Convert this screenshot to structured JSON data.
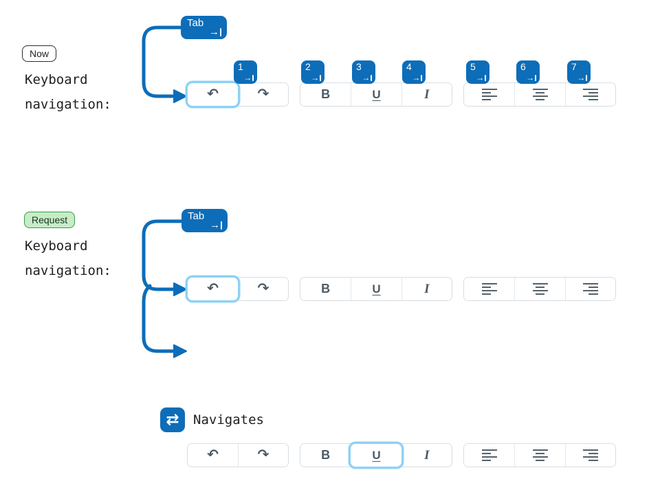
{
  "colors": {
    "accent_blue": "#0d6db8",
    "focus_ring_blue": "#8ed2f4",
    "icon_gray": "#4d5a64",
    "button_border_gray": "#d7dde3",
    "request_badge_bg": "#c8ebc8",
    "request_badge_border": "#2f9e44"
  },
  "icons": {
    "undo": "↶",
    "redo": "↷",
    "swap": "⇄",
    "tab_arrow": "→"
  },
  "tab_key_label": "Tab",
  "tab_stops": [
    "1",
    "2",
    "3",
    "4",
    "5",
    "6",
    "7"
  ],
  "toolbar": {
    "bold_label": "B",
    "underline_label": "U",
    "italic_label": "I"
  },
  "sections": {
    "now": {
      "badge_label": "Now",
      "caption_line1": "Keyboard",
      "caption_line2": "navigation:"
    },
    "request": {
      "badge_label": "Request",
      "caption_line1": "Keyboard",
      "caption_line2": "navigation:"
    },
    "legend": {
      "label": "Navigates"
    }
  }
}
